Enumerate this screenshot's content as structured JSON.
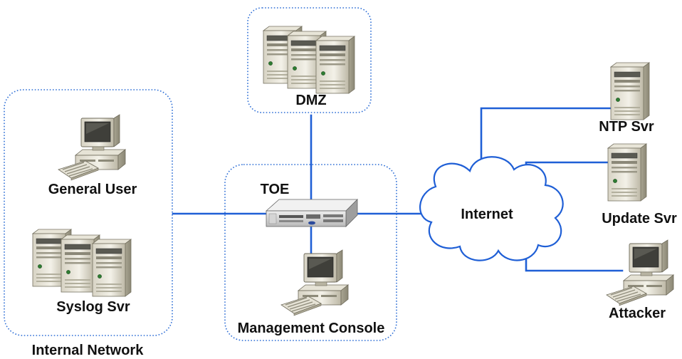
{
  "zones": {
    "dmz": "DMZ",
    "internal_network": "Internal Network"
  },
  "nodes": {
    "toe": "TOE",
    "general_user": "General User",
    "syslog_svr": "Syslog Svr",
    "management_console": "Management Console",
    "internet": "Internet",
    "ntp_svr": "NTP Svr",
    "update_svr": "Update Svr",
    "attacker": "Attacker"
  },
  "icons": {
    "server": "server-tower-icon",
    "workstation": "desktop-computer-icon",
    "appliance": "network-appliance-icon",
    "cloud": "internet-cloud-icon"
  },
  "colors": {
    "link": "#1f5fd6",
    "zone_border": "#2f6fd6",
    "cloud_outline": "#1f5fd6"
  }
}
